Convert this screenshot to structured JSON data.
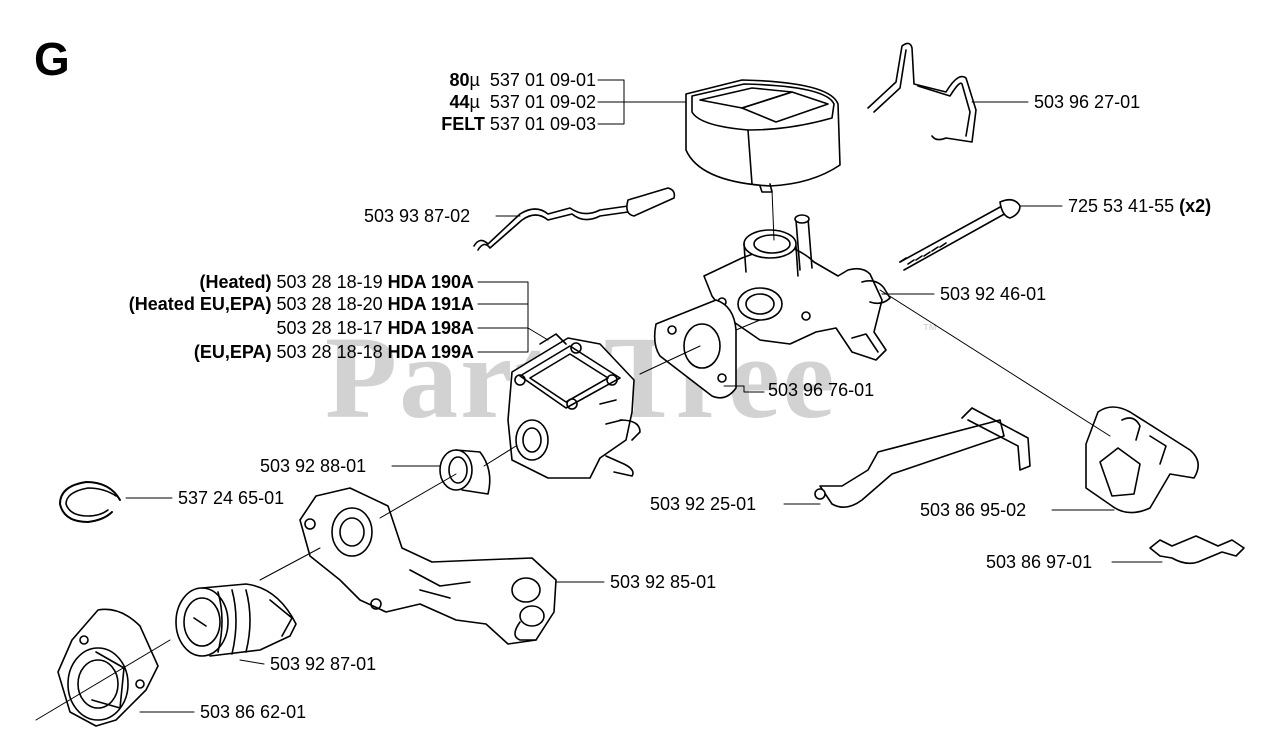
{
  "diagram": {
    "section_letter": "G",
    "watermark": "PartsTree",
    "watermark_tm": "™",
    "labels": {
      "filter_80": {
        "grade": "80",
        "unit": "µ",
        "part": "537 01 09-01"
      },
      "filter_44": {
        "grade": "44",
        "unit": "µ",
        "part": "537 01 09-02"
      },
      "filter_felt": {
        "grade": "FELT",
        "part": "537 01 09-03"
      },
      "clip": {
        "part": "503 96 27-01"
      },
      "choke_rod": {
        "part": "503 93 87-02"
      },
      "bolt": {
        "part": "725 53 41-55",
        "qty": "(x2)"
      },
      "carb_1": {
        "note": "(Heated)",
        "part": "503 28 18-19",
        "model": "HDA 190A"
      },
      "carb_2": {
        "note": "(Heated EU,EPA)",
        "part": "503 28 18-20",
        "model": "HDA 191A"
      },
      "carb_3": {
        "part": "503 28 18-17",
        "model": "HDA 198A"
      },
      "carb_4": {
        "note": "(EU,EPA)",
        "part": "503 28 18-18",
        "model": "HDA 199A"
      },
      "filter_holder": {
        "part": "503 92 46-01"
      },
      "gasket": {
        "part": "503 96 76-01"
      },
      "hose": {
        "part": "503 92 88-01"
      },
      "circlip": {
        "part": "537 24 65-01"
      },
      "lever": {
        "part": "503 92 25-01"
      },
      "bracket": {
        "part": "503 86 95-02"
      },
      "spring_plate": {
        "part": "503 86 97-01"
      },
      "intake_manifold": {
        "part": "503 92 85-01"
      },
      "intake_boot": {
        "part": "503 92 87-01"
      },
      "flange": {
        "part": "503 86 62-01"
      }
    }
  }
}
